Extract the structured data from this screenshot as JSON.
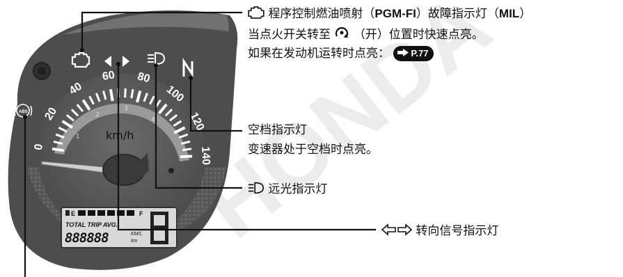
{
  "colors": {
    "background": "#ffffff",
    "gauge_body": "#4d4d4d",
    "gauge_face": "#616161",
    "scale_band": "#9a9a9a",
    "leader_lines": "#111111",
    "watermark": "#e6e6e6"
  },
  "watermark": "HONDA",
  "gauge": {
    "speed_scale": [
      "0",
      "20",
      "40",
      "60",
      "80",
      "100",
      "120",
      "140"
    ],
    "minor_scale": [
      "1",
      "2",
      "3",
      "4"
    ],
    "unit": "km/h",
    "lcd": {
      "fuel_empty": "E",
      "fuel_full": "F",
      "trip_label": "TOTAL TRIP AVG.",
      "odometer": "888888",
      "units_top": "KM/L",
      "units_bottom": "km"
    },
    "icons": [
      "engine-check-icon",
      "turn-signal-arrows-icon",
      "high-beam-icon",
      "neutral-n-icon",
      "abs-icon"
    ]
  },
  "callouts": {
    "mil": {
      "icon": "engine-check-icon",
      "title_prefix": "程序控制燃油喷射（",
      "title_pgm": "PGM-FI",
      "title_middle": "）故障指示灯（",
      "title_mil": "MIL",
      "title_suffix": "）",
      "line2_before": "当点火开关转至",
      "line2_after": "（开）位置时快速点亮。",
      "line3": "如果在发动机运转时点亮：",
      "page_ref": "P.77"
    },
    "neutral": {
      "title": "空档指示灯",
      "desc": "变速器处于空档时点亮。"
    },
    "high_beam": {
      "icon": "high-beam-icon",
      "title": "远光指示灯"
    },
    "turn_signal": {
      "icon": "turn-signal-arrows-icon",
      "title": "转向信号指示灯"
    }
  }
}
